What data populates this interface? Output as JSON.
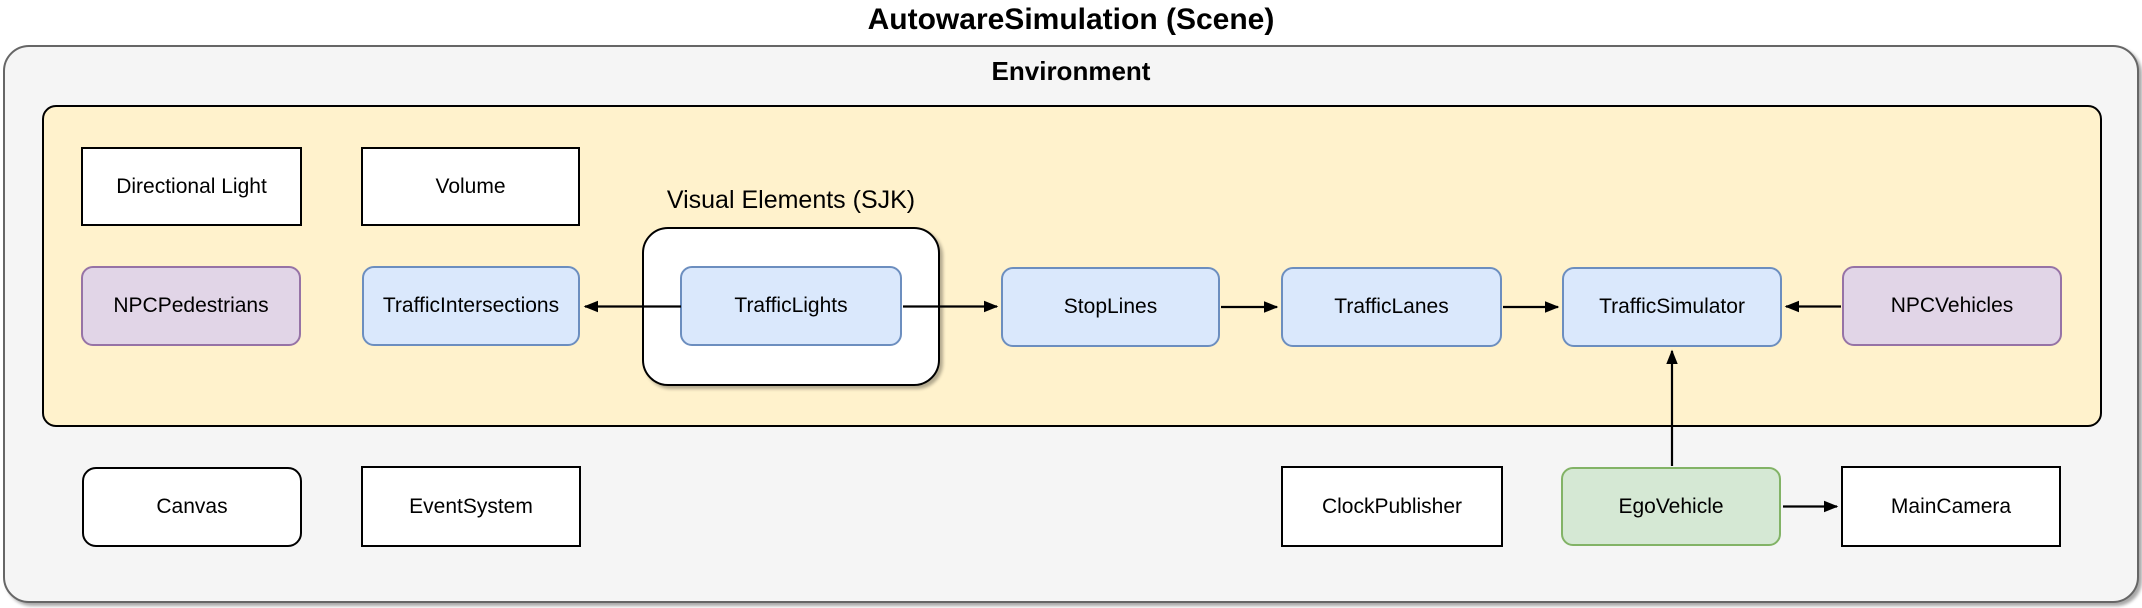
{
  "diagram": {
    "title": "AutowareSimulation (Scene)",
    "environment_label": "Environment",
    "visual_elements_label": "Visual Elements (SJK)"
  },
  "nodes": {
    "directional_light": {
      "label": "Directional Light",
      "style": "white-rect"
    },
    "volume": {
      "label": "Volume",
      "style": "white-rect"
    },
    "npc_pedestrians": {
      "label": "NPCPedestrians",
      "style": "purple-rounded"
    },
    "traffic_intersections": {
      "label": "TrafficIntersections",
      "style": "blue-rounded"
    },
    "traffic_lights": {
      "label": "TrafficLights",
      "style": "blue-rounded"
    },
    "stop_lines": {
      "label": "StopLines",
      "style": "blue-rounded"
    },
    "traffic_lanes": {
      "label": "TrafficLanes",
      "style": "blue-rounded"
    },
    "traffic_simulator": {
      "label": "TrafficSimulator",
      "style": "blue-rounded"
    },
    "npc_vehicles": {
      "label": "NPCVehicles",
      "style": "purple-rounded"
    },
    "canvas": {
      "label": "Canvas",
      "style": "white-rounded"
    },
    "event_system": {
      "label": "EventSystem",
      "style": "white-rect"
    },
    "clock_publisher": {
      "label": "ClockPublisher",
      "style": "white-rect"
    },
    "ego_vehicle": {
      "label": "EgoVehicle",
      "style": "green-rounded"
    },
    "main_camera": {
      "label": "MainCamera",
      "style": "white-rect"
    }
  },
  "edges": [
    {
      "from": "TrafficLights",
      "to": "TrafficIntersections"
    },
    {
      "from": "TrafficLights",
      "to": "StopLines"
    },
    {
      "from": "StopLines",
      "to": "TrafficLanes"
    },
    {
      "from": "TrafficLanes",
      "to": "TrafficSimulator"
    },
    {
      "from": "NPCVehicles",
      "to": "TrafficSimulator"
    },
    {
      "from": "EgoVehicle",
      "to": "TrafficSimulator"
    },
    {
      "from": "EgoVehicle",
      "to": "MainCamera"
    }
  ],
  "colors": {
    "outer_fill": "#f5f5f5",
    "outer_border": "#666666",
    "yellow_fill": "#fff2cc",
    "blue_fill": "#dae8fc",
    "blue_border": "#6c8ebf",
    "purple_fill": "#e1d5e7",
    "purple_border": "#9673a6",
    "green_fill": "#d5e8d4",
    "green_border": "#82b366",
    "edge_color": "#000000"
  }
}
